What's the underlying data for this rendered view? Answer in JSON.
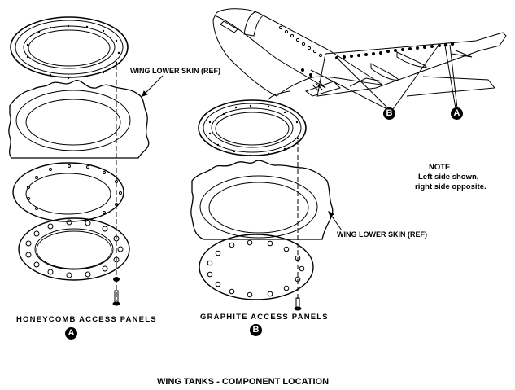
{
  "figure": {
    "title": "WING TANKS - COMPONENT LOCATION"
  },
  "labels": {
    "wing_lower_skin_left": "WING LOWER SKIN (REF)",
    "wing_lower_skin_right": "WING LOWER SKIN (REF)"
  },
  "note": {
    "heading": "NOTE",
    "line1": "Left side shown,",
    "line2": "right side opposite."
  },
  "panels": [
    {
      "id": "A",
      "title": "HONEYCOMB ACCESS PANELS"
    },
    {
      "id": "B",
      "title": "GRAPHITE ACCESS PANELS"
    }
  ],
  "aircraft_callouts": [
    "B",
    "A"
  ],
  "colors": {
    "ink": "#000000",
    "paper": "#ffffff"
  }
}
